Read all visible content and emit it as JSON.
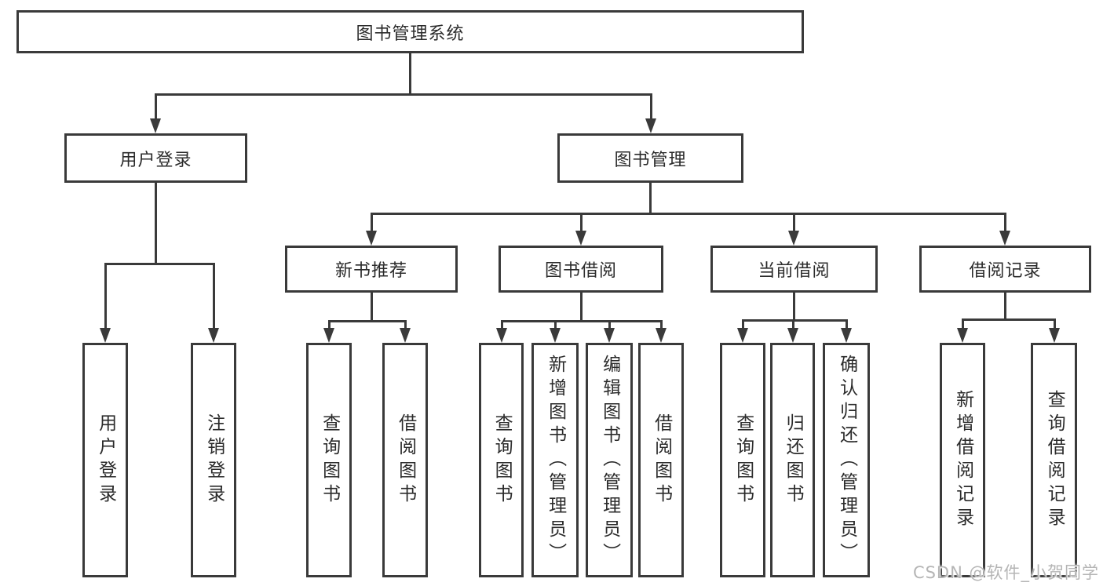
{
  "tree": {
    "root": {
      "label": "图书管理系统"
    },
    "branches": [
      {
        "label": "用户登录",
        "children": [
          {
            "label": "用户登录"
          },
          {
            "label": "注销登录"
          }
        ]
      },
      {
        "label": "图书管理",
        "children": [
          {
            "label": "新书推荐",
            "children": [
              {
                "label": "查询图书"
              },
              {
                "label": "借阅图书"
              }
            ]
          },
          {
            "label": "图书借阅",
            "children": [
              {
                "label": "查询图书"
              },
              {
                "label": "新增图书（管理员）"
              },
              {
                "label": "编辑图书（管理员）"
              },
              {
                "label": "借阅图书"
              }
            ]
          },
          {
            "label": "当前借阅",
            "children": [
              {
                "label": "查询图书"
              },
              {
                "label": "归还图书"
              },
              {
                "label": "确认归还（管理员）"
              }
            ]
          },
          {
            "label": "借阅记录",
            "children": [
              {
                "label": "新增借阅记录"
              },
              {
                "label": "查询借阅记录"
              }
            ]
          }
        ]
      }
    ]
  },
  "watermark": {
    "text": "CSDN @软件_小贺同学"
  },
  "colors": {
    "line": "#3a3a3a",
    "text": "#2b2b2b",
    "background": "#ffffff",
    "watermark": "#b5b5b5"
  }
}
